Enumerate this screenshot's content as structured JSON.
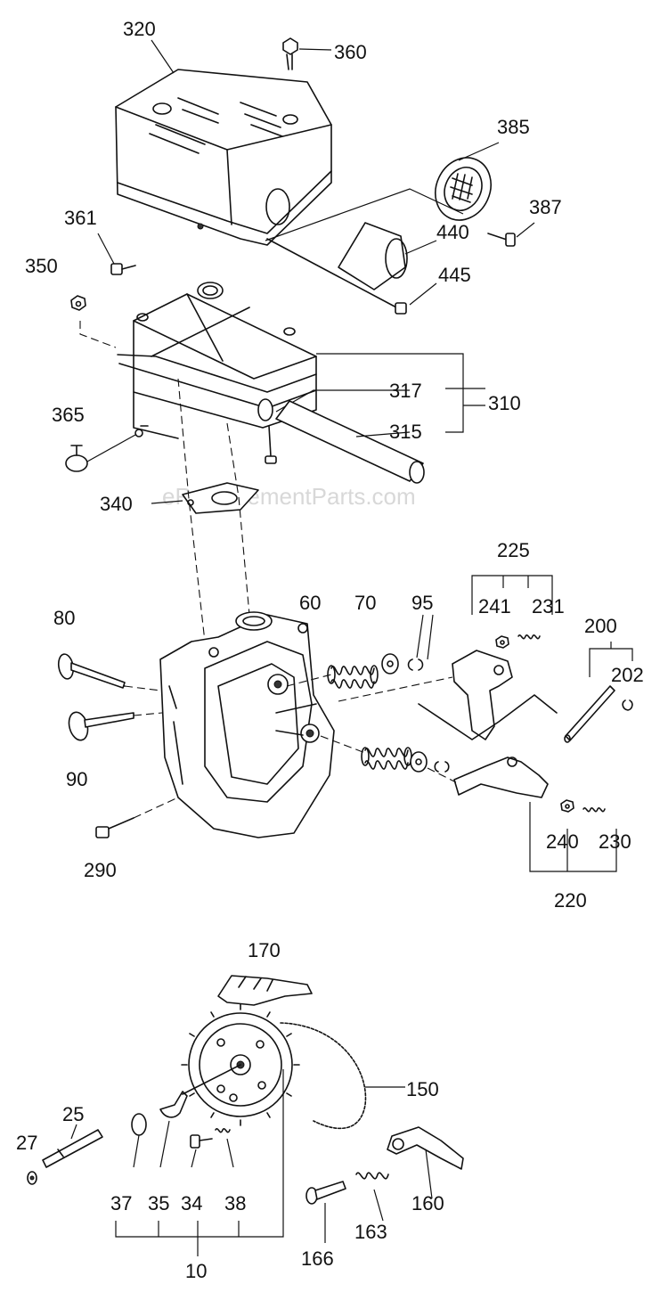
{
  "watermark": "eReplacementParts.com",
  "labels": {
    "p320": "320",
    "p360": "360",
    "p385": "385",
    "p361": "361",
    "p387": "387",
    "p440": "440",
    "p350": "350",
    "p445": "445",
    "p317": "317",
    "p310": "310",
    "p365": "365",
    "p315": "315",
    "p340": "340",
    "p225": "225",
    "p60": "60",
    "p70": "70",
    "p95": "95",
    "p241": "241",
    "p231": "231",
    "p80": "80",
    "p200": "200",
    "p202": "202",
    "p90": "90",
    "p240": "240",
    "p230": "230",
    "p290": "290",
    "p220": "220",
    "p170": "170",
    "p150": "150",
    "p25": "25",
    "p27": "27",
    "p37": "37",
    "p35": "35",
    "p34": "34",
    "p38": "38",
    "p160": "160",
    "p163": "163",
    "p166": "166",
    "p10": "10"
  }
}
